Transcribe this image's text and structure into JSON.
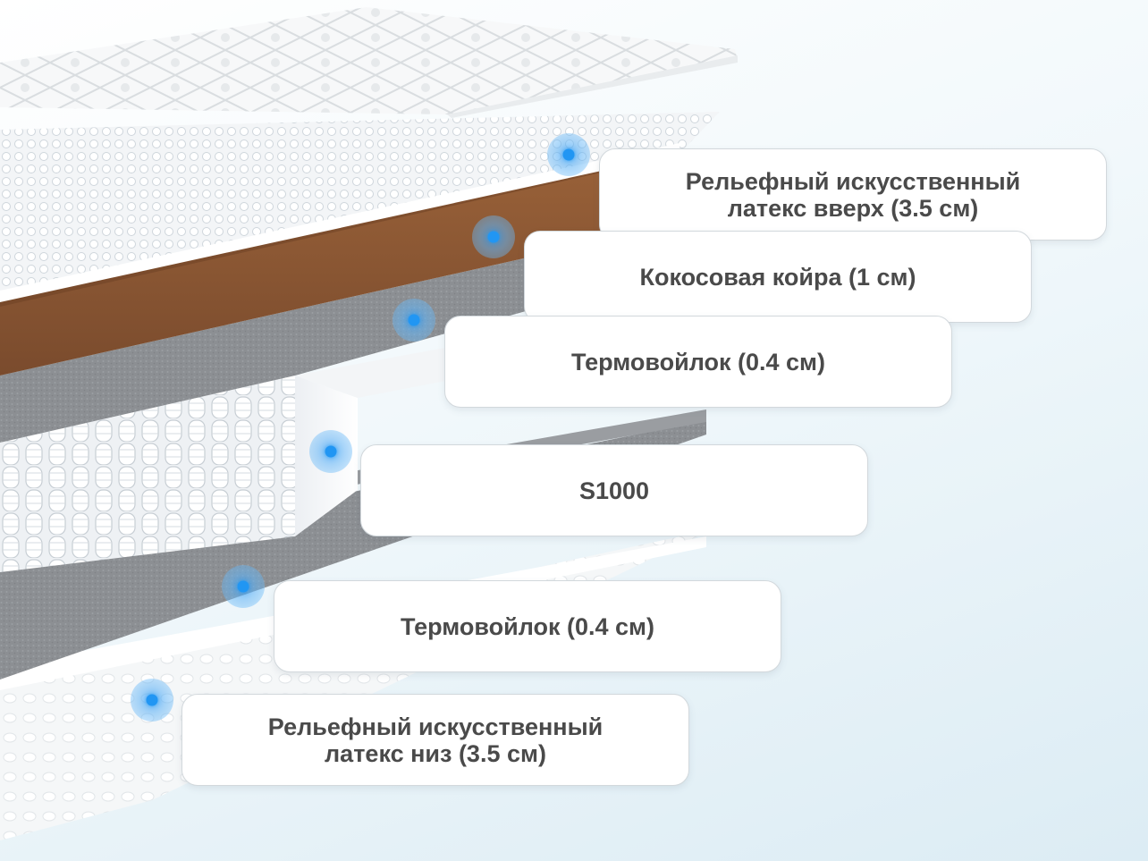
{
  "layers": [
    {
      "label": "Рельефный искусственный латекс вверх (3.5 см)"
    },
    {
      "label": "Кокосовая койра (1 см)"
    },
    {
      "label": "Термовойлок (0.4 см)"
    },
    {
      "label": "S1000"
    },
    {
      "label": "Термовойлок (0.4 см)"
    },
    {
      "label": "Рельефный искусственный латекс низ (3.5 см)"
    }
  ],
  "colors": {
    "coir": "#8a5634",
    "felt": "#8f9296",
    "latex": "#f4f6f8",
    "marker": "#2196f3",
    "label_text": "#4a4a4a"
  }
}
